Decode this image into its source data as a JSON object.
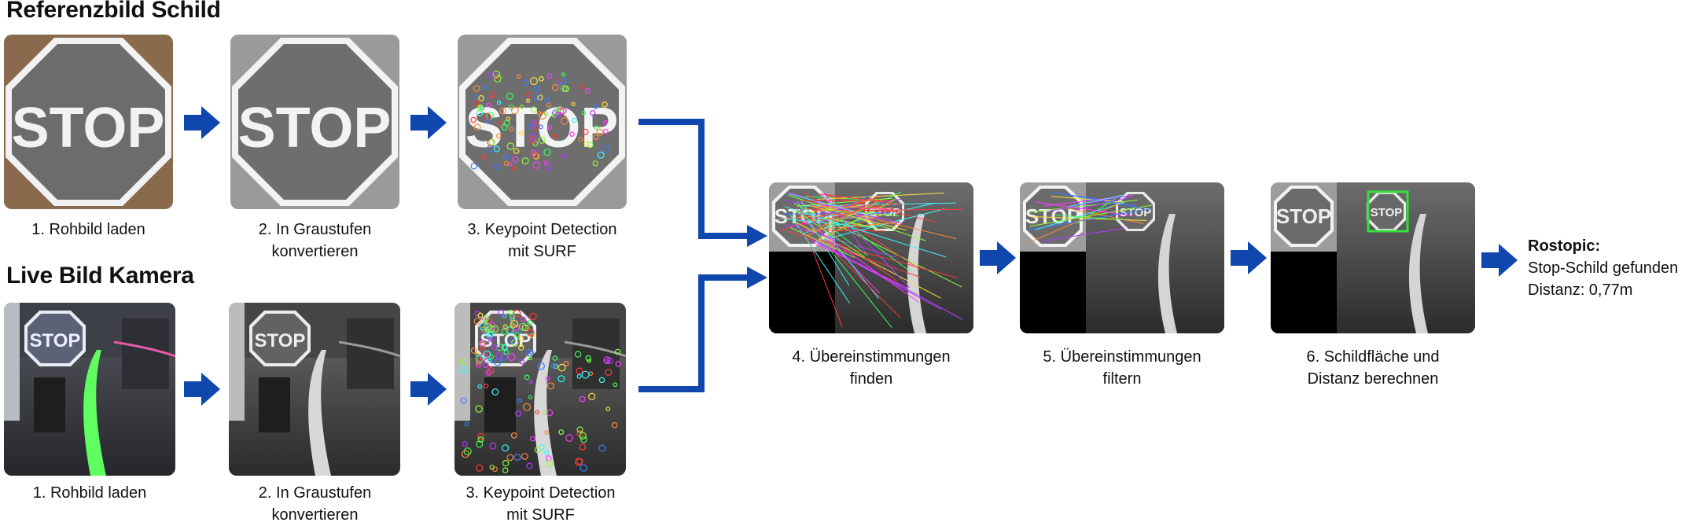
{
  "sections": {
    "reference_title": "Referenzbild Schild",
    "live_title": "Live Bild Kamera"
  },
  "reference_steps": [
    {
      "line1": "1. Rohbild laden",
      "line2": ""
    },
    {
      "line1": "2. In Graustufen",
      "line2": "konvertieren"
    },
    {
      "line1": "3. Keypoint Detection",
      "line2": "mit SURF"
    }
  ],
  "live_steps": [
    {
      "line1": "1. Rohbild laden",
      "line2": ""
    },
    {
      "line1": "2. In Graustufen",
      "line2": "konvertieren"
    },
    {
      "line1": "3. Keypoint Detection",
      "line2": "mit SURF"
    }
  ],
  "matching_steps": [
    {
      "line1": "4. Übereinstimmungen",
      "line2": "finden"
    },
    {
      "line1": "5. Übereinstimmungen",
      "line2": "filtern"
    },
    {
      "line1": "6. Schildfläche und",
      "line2": "Distanz berechnen"
    }
  ],
  "result": {
    "heading": "Rostopic:",
    "line1": "Stop-Schild gefunden",
    "line2": "Distanz: 0,77m"
  },
  "sign_text": "STOP",
  "colors": {
    "arrow": "#0f47af",
    "lane_green": "#5fff5f",
    "box_green": "#33e13a"
  },
  "icons": {
    "arrow": "right-arrow-icon"
  }
}
